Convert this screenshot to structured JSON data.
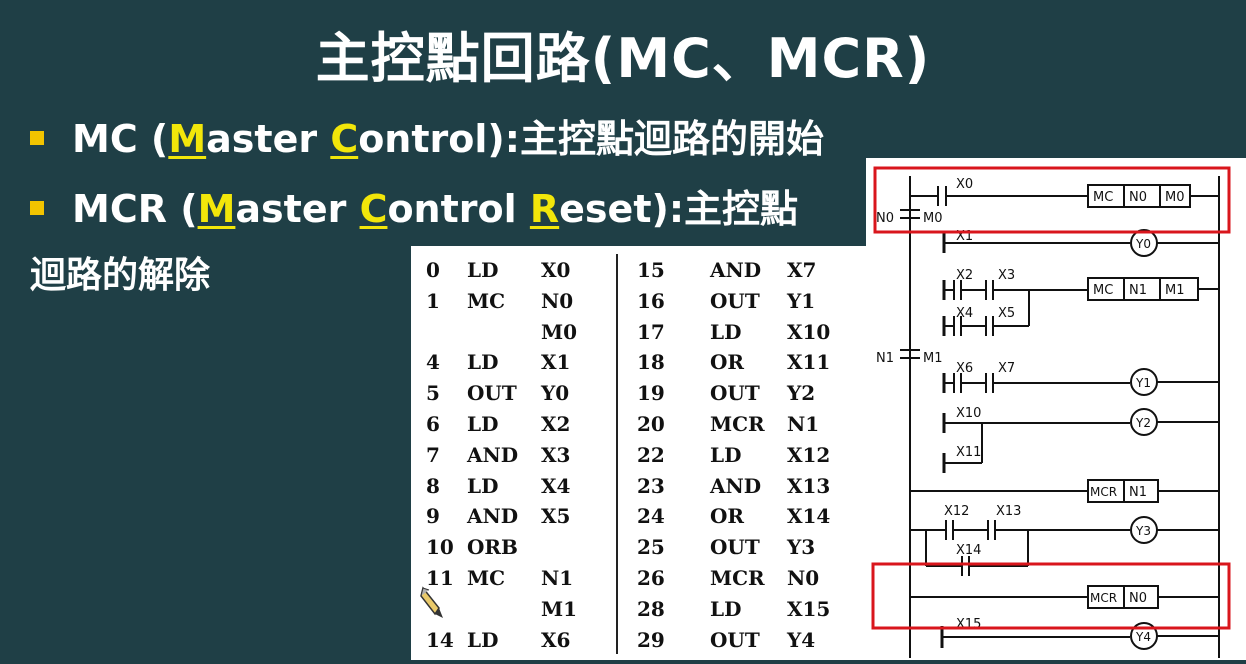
{
  "slide": {
    "title": "主控點回路(MC、MCR)",
    "bullet1": {
      "a": "MC (",
      "b": "M",
      "c": "aster ",
      "d": "C",
      "e": "ontrol):主控點迴路的開始"
    },
    "bullet2": {
      "a": "MCR (",
      "b": "M",
      "c": "aster ",
      "d": "C",
      "e": "ontrol ",
      "f": "R",
      "g": "eset):主控點"
    },
    "bullet2_cont": "迴路的解除"
  },
  "program": {
    "left": [
      {
        "step": "0",
        "op": "LD",
        "arg": "X0"
      },
      {
        "step": "1",
        "op": "MC",
        "arg": "N0"
      },
      {
        "step": "",
        "op": "",
        "arg": "M0"
      },
      {
        "step": "4",
        "op": "LD",
        "arg": "X1"
      },
      {
        "step": "5",
        "op": "OUT",
        "arg": "Y0"
      },
      {
        "step": "6",
        "op": "LD",
        "arg": "X2"
      },
      {
        "step": "7",
        "op": "AND",
        "arg": "X3"
      },
      {
        "step": "8",
        "op": "LD",
        "arg": "X4"
      },
      {
        "step": "9",
        "op": "AND",
        "arg": "X5"
      },
      {
        "step": "10",
        "op": "ORB",
        "arg": ""
      },
      {
        "step": "11",
        "op": "MC",
        "arg": "N1"
      },
      {
        "step": "",
        "op": "",
        "arg": "M1"
      },
      {
        "step": "14",
        "op": "LD",
        "arg": "X6"
      }
    ],
    "right": [
      {
        "step": "15",
        "op": "AND",
        "arg": "X7"
      },
      {
        "step": "16",
        "op": "OUT",
        "arg": "Y1"
      },
      {
        "step": "17",
        "op": "LD",
        "arg": "X10"
      },
      {
        "step": "18",
        "op": "OR",
        "arg": "X11"
      },
      {
        "step": "19",
        "op": "OUT",
        "arg": "Y2"
      },
      {
        "step": "20",
        "op": "MCR",
        "arg": "N1"
      },
      {
        "step": "22",
        "op": "LD",
        "arg": "X12"
      },
      {
        "step": "23",
        "op": "AND",
        "arg": "X13"
      },
      {
        "step": "24",
        "op": "OR",
        "arg": "X14"
      },
      {
        "step": "25",
        "op": "OUT",
        "arg": "Y3"
      },
      {
        "step": "26",
        "op": "MCR",
        "arg": "N0"
      },
      {
        "step": "28",
        "op": "LD",
        "arg": "X15"
      },
      {
        "step": "29",
        "op": "OUT",
        "arg": "Y4"
      }
    ]
  },
  "ladder": {
    "x0": "X0",
    "mc": "MC",
    "n0": "N0",
    "m0": "M0",
    "n0_side": "N0",
    "m0_side": "M0",
    "x1": "X1",
    "y0": "Y0",
    "x2": "X2",
    "x3": "X3",
    "n1": "N1",
    "m1": "M1",
    "x4": "X4",
    "x5": "X5",
    "n1_side": "N1",
    "m1_side": "M1",
    "x6": "X6",
    "x7": "X7",
    "y1": "Y1",
    "x10": "X10",
    "y2": "Y2",
    "x11": "X11",
    "mcr": "MCR",
    "x12": "X12",
    "x13": "X13",
    "y3": "Y3",
    "x14": "X14",
    "x15": "X15",
    "y4": "Y4",
    "highlight_color": "#d9161c"
  },
  "colors": {
    "background": "#1f3f46",
    "bullet": "#f2c400",
    "highlight_text": "#f2e60a"
  }
}
